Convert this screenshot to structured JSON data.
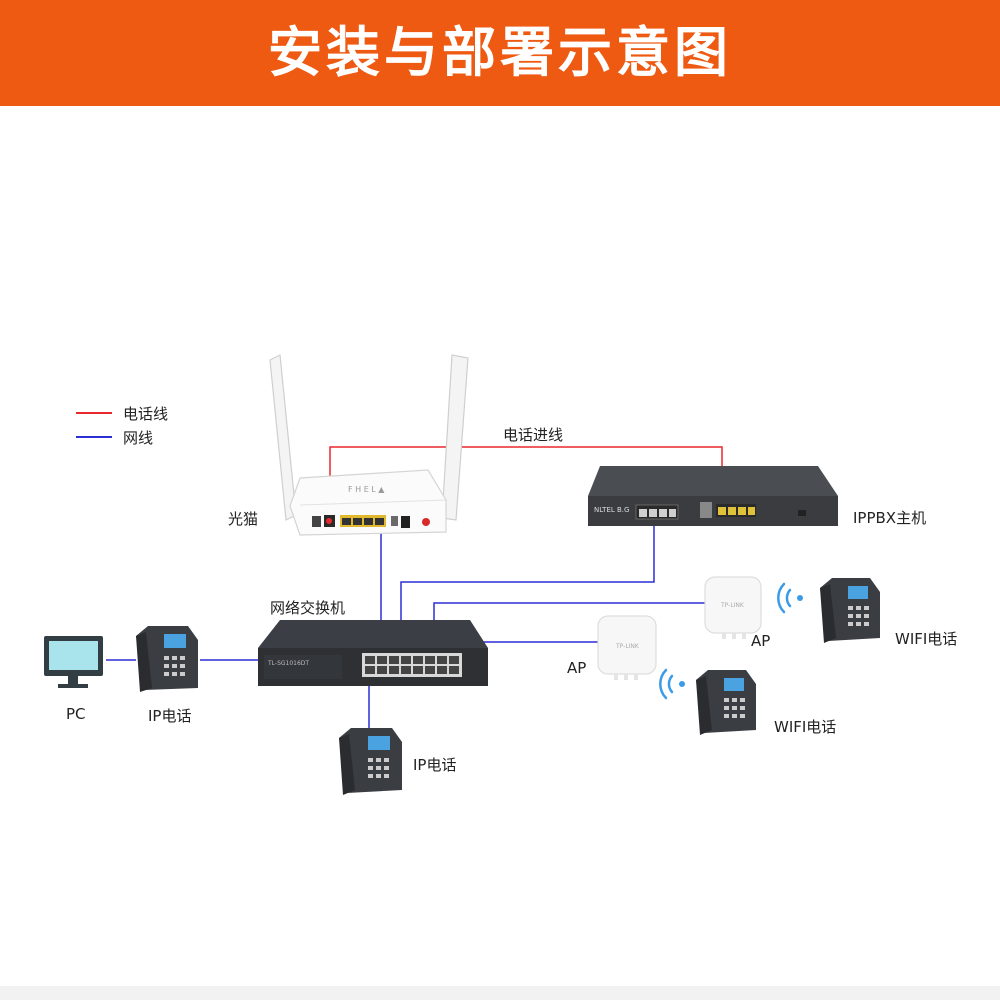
{
  "title": "安装与部署示意图",
  "colors": {
    "banner": "#ee5a12",
    "phone_line": "#e8282b",
    "network_line": "#2b2fd6"
  },
  "legend": [
    {
      "label": "电话线",
      "color": "#e8282b"
    },
    {
      "label": "网线",
      "color": "#2b2fd6"
    }
  ],
  "labels": {
    "phone_trunk": "电话进线",
    "modem": "光猫",
    "ippbx": "IPPBX主机",
    "switch": "网络交换机",
    "ap_left": "AP",
    "ap_right": "AP",
    "wifi_phone_top": "WIFI电话",
    "wifi_phone_bottom": "WIFI电话",
    "pc": "PC",
    "ip_phone_left": "IP电话",
    "ip_phone_bottom": "IP电话"
  }
}
